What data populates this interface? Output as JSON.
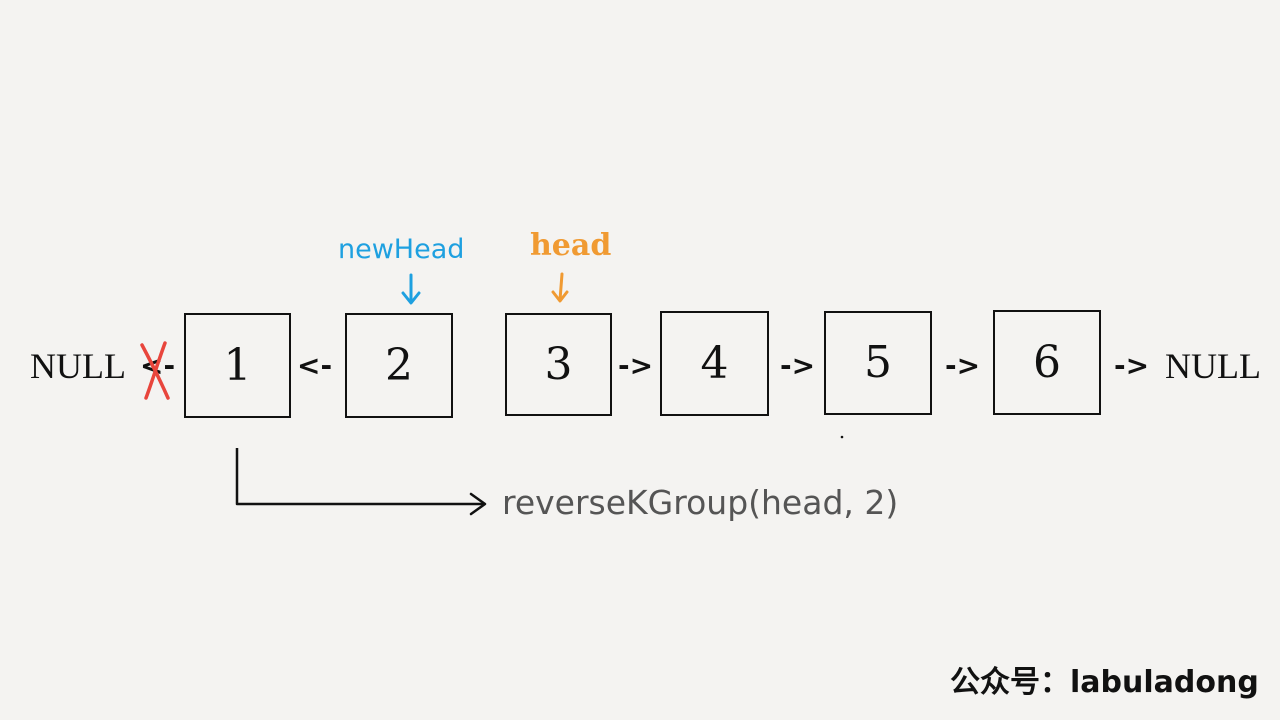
{
  "diagram": {
    "left_null": "NULL",
    "left_pointer": "<-",
    "right_null": "NULL",
    "nodes": [
      {
        "value": "1"
      },
      {
        "value": "2"
      },
      {
        "value": "3"
      },
      {
        "value": "4"
      },
      {
        "value": "5"
      },
      {
        "value": "6"
      }
    ],
    "links": [
      "<-",
      "->",
      "->",
      "->",
      "->"
    ],
    "labels": {
      "new_head": "newHead",
      "head": "head"
    },
    "label_colors": {
      "new_head": "#1ea0e0",
      "head": "#f09a32",
      "cross_mark": "#e8453c"
    },
    "recursive_call": "reverseKGroup(head, 2)"
  },
  "footer": {
    "watermark": "公众号：labuladong"
  }
}
